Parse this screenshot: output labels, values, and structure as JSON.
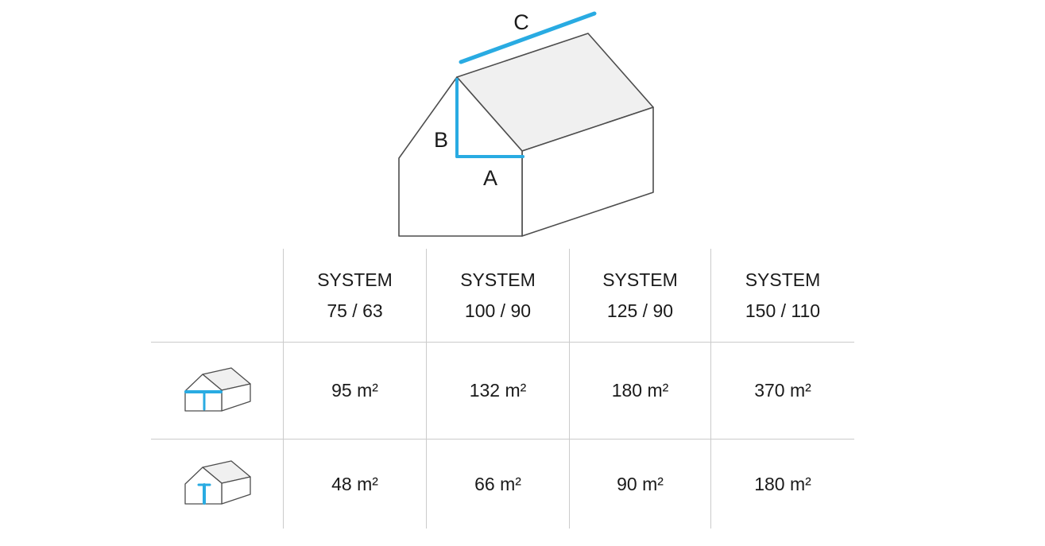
{
  "diagram": {
    "labels": {
      "a": "A",
      "b": "B",
      "c": "C"
    },
    "accent_color": "#29abe2",
    "outline_color": "#4d4d4d",
    "roof_fill": "#f0f0f0"
  },
  "table": {
    "grid_color": "#cbcbcb",
    "columns": [
      {
        "line1": "SYSTEM",
        "line2": "75 / 63"
      },
      {
        "line1": "SYSTEM",
        "line2": "100 / 90"
      },
      {
        "line1": "SYSTEM",
        "line2": "125 / 90"
      },
      {
        "line1": "SYSTEM",
        "line2": "150 / 110"
      }
    ],
    "rows": [
      {
        "icon": "house-gutter-icon",
        "values": [
          "95 m²",
          "132 m²",
          "180 m²",
          "370 m²"
        ]
      },
      {
        "icon": "house-downpipe-icon",
        "values": [
          "48 m²",
          "66 m²",
          "90 m²",
          "180 m²"
        ]
      }
    ]
  },
  "chart_data": {
    "type": "table",
    "columns": [
      "SYSTEM 75 / 63",
      "SYSTEM 100 / 90",
      "SYSTEM 125 / 90",
      "SYSTEM 150 / 110"
    ],
    "rows": [
      {
        "icon": "house-gutter-icon",
        "values_m2": [
          95,
          132,
          180,
          370
        ]
      },
      {
        "icon": "house-downpipe-icon",
        "values_m2": [
          48,
          66,
          90,
          180
        ]
      }
    ],
    "dimension_labels": [
      "A",
      "B",
      "C"
    ]
  }
}
